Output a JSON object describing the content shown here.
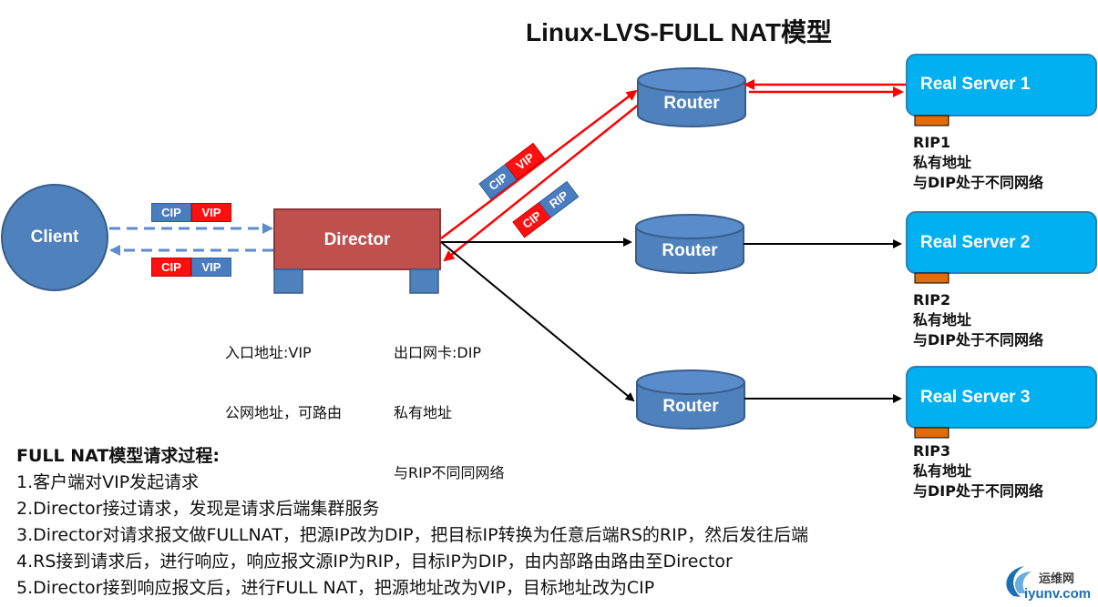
{
  "title": "Linux-LVS-FULL NAT模型",
  "client": {
    "label": "Client"
  },
  "director": {
    "label": "Director",
    "entry_note": [
      "入口地址:VIP",
      "公网地址，可路由"
    ],
    "exit_note": [
      "出口网卡:DIP",
      "私有地址",
      "与RIP不同同网络"
    ]
  },
  "routers": [
    {
      "label": "Router"
    },
    {
      "label": "Router"
    },
    {
      "label": "Router"
    }
  ],
  "real_servers": [
    {
      "label": "Real Server 1",
      "rip": "RIP1",
      "note1": "私有地址",
      "note2": "与DIP处于不同网络"
    },
    {
      "label": "Real Server 2",
      "rip": "RIP2",
      "note1": "私有地址",
      "note2": "与DIP处于不同网络"
    },
    {
      "label": "Real Server 3",
      "rip": "RIP3",
      "note1": "私有地址",
      "note2": "与DIP处于不同网络"
    }
  ],
  "packets": {
    "client_to_director": {
      "src": "CIP",
      "dst": "VIP"
    },
    "director_to_client": {
      "src": "CIP",
      "dst": "VIP"
    },
    "director_to_rs": {
      "src": "CIP",
      "dst": "VIP"
    },
    "rs_to_director": {
      "src": "CIP",
      "dst": "RIP"
    }
  },
  "steps": {
    "heading": "FULL NAT模型请求过程:",
    "items": [
      "1.客户端对VIP发起请求",
      "2.Director接过请求，发现是请求后端集群服务",
      "3.Director对请求报文做FULLNAT，把源IP改为DIP，把目标IP转换为任意后端RS的RIP，然后发往后端",
      "4.RS接到请求后，进行响应，响应报文源IP为RIP，目标IP为DIP，由内部路由路由至Director",
      "5.Director接到响应报文后，进行FULL NAT，把源地址改为VIP，目标地址改为CIP"
    ]
  },
  "watermark": {
    "name": "运维网",
    "url": "iyunv.com"
  },
  "colors": {
    "client_fill": "#4f81bd",
    "director_fill": "#c0504d",
    "router_fill": "#4f81bd",
    "rs_fill": "#00b0f0",
    "rip_port": "#e36c09",
    "red_line": "#ff0000",
    "dashed_line": "#5b8bd0"
  }
}
